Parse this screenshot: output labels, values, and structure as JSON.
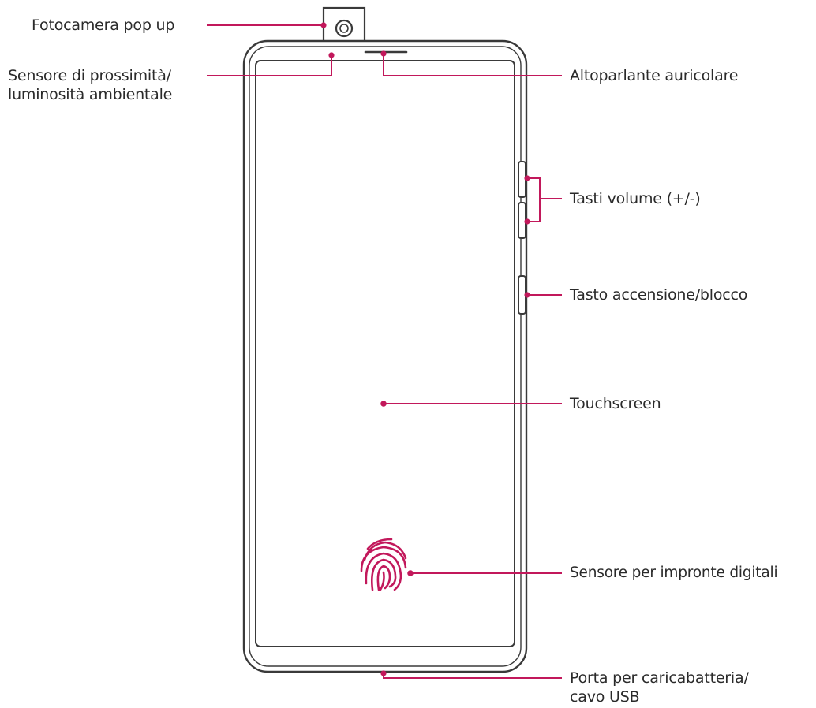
{
  "colors": {
    "outline": "#3a3a3a",
    "accent": "#c2185b",
    "text": "#2a2a2a",
    "background": "#ffffff"
  },
  "labels": {
    "popup_camera": "Fotocamera pop up",
    "proximity_line1": "Sensore di prossimità/",
    "proximity_line2": "luminosità ambientale",
    "earpiece": "Altoparlante auricolare",
    "volume_keys": "Tasti volume (+/-)",
    "power_key": "Tasto accensione/blocco",
    "touchscreen": "Touchscreen",
    "fingerprint": "Sensore per impronte digitali",
    "charger_line1": "Porta per caricabatteria/",
    "charger_line2": "cavo USB"
  },
  "icons": {
    "fingerprint": "fingerprint-icon",
    "camera": "camera-lens-icon"
  }
}
